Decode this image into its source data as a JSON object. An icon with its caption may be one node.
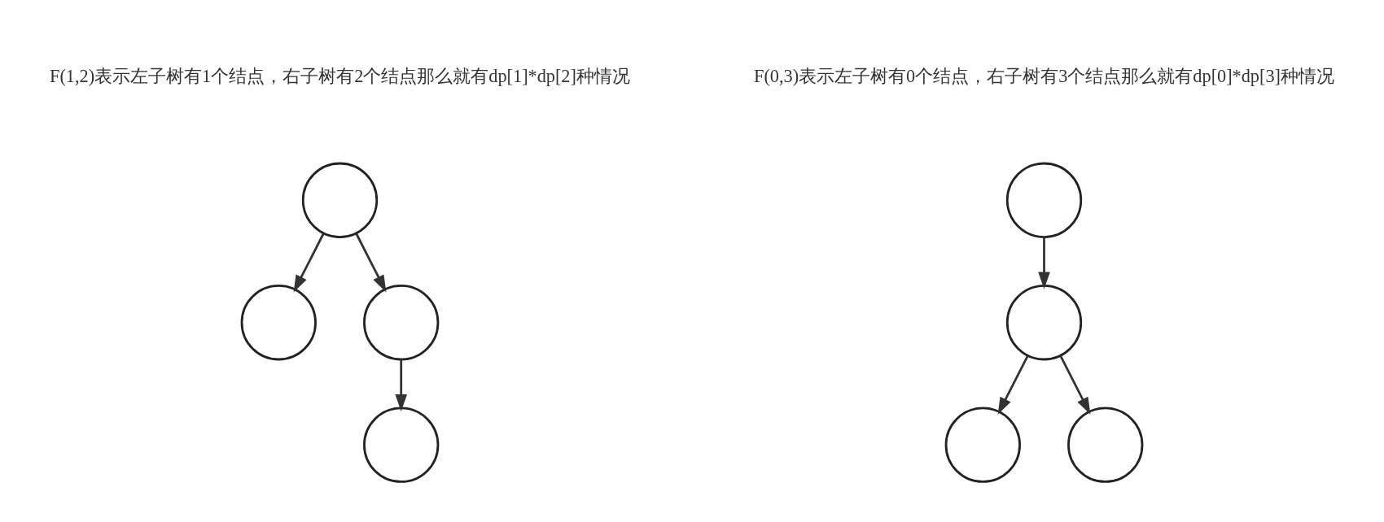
{
  "diagram": {
    "nodes": [
      {
        "text": [],
        "shape": "circle"
      },
      {
        "text": [],
        "shape": "circle"
      },
      {
        "text": [],
        "shape": "circle"
      },
      {
        "text": [],
        "shape": "circle"
      },
      {
        "text": [],
        "shape": "circle"
      },
      {
        "text": [],
        "shape": "circle"
      },
      {
        "text": [],
        "shape": "circle"
      },
      {
        "text": [],
        "shape": "circle"
      }
    ],
    "edges": [
      {
        "from": 0,
        "to": 1,
        "arrow": "to"
      },
      {
        "from": 0,
        "to": 2,
        "arrow": "to"
      },
      {
        "from": 2,
        "to": 3,
        "arrow": "to"
      },
      {
        "from": 4,
        "to": 5,
        "arrow": "to"
      },
      {
        "from": 5,
        "to": 6,
        "arrow": "to"
      },
      {
        "from": 5,
        "to": 7,
        "arrow": "to"
      }
    ],
    "labels": [
      "F(1,2)表示左子树有1个结点，右子树有2个结点那么就有dp[1]*dp[2]种情况",
      "F(0,3)表示左子树有0个结点，右子树有3个结点那么就有dp[0]*dp[3]种情况"
    ]
  }
}
